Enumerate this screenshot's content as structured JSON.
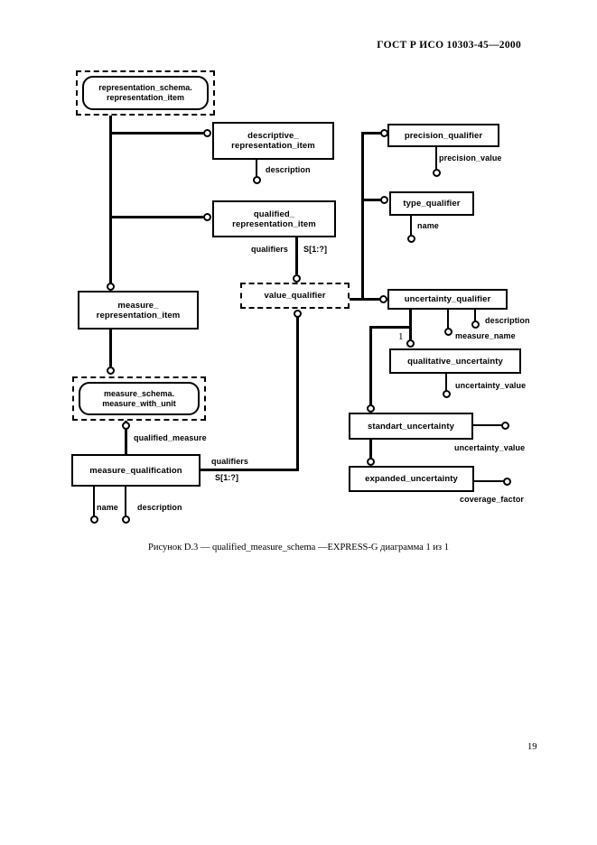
{
  "page": {
    "header": "ГОСТ Р ИСО 10303-45—2000",
    "caption": "Рисунок D.3 — qualified_measure_schema —EXPRESS-G диаграмма 1 из 1",
    "page_number": "19"
  },
  "diagram": {
    "schema_refs": {
      "representation": {
        "line1": "representation_schema.",
        "line2": "representation_item"
      },
      "measure": {
        "line1": "measure_schema.",
        "line2": "measure_with_unit"
      }
    },
    "entities": {
      "descriptive": {
        "line1": "descriptive_",
        "line2": "representation_item"
      },
      "qualified": {
        "line1": "qualified_",
        "line2": "representation_item"
      },
      "precision": "precision_qualifier",
      "type": "type_qualifier",
      "value": "value_qualifier",
      "uncertainty": "uncertainty_qualifier",
      "qualitative": "qualitative_uncertainty",
      "standart": "standart_uncertainty",
      "expanded": "expanded_uncertainty",
      "measure_rep": {
        "line1": "measure_",
        "line2": "representation_item"
      },
      "measure_qual": "measure_qualification"
    },
    "labels": {
      "description_1": "description",
      "precision_value": "precision_value",
      "name_1": "name",
      "qualifiers": "qualifiers",
      "bound": "S[1:?]",
      "description_2": "description",
      "measure_name": "measure_name",
      "one": "1",
      "uncertainty_value": "uncertainty_value",
      "coverage_factor": "coverage_factor",
      "qualified_measure": "qualified_measure",
      "name_2": "name",
      "description_3": "description"
    }
  }
}
